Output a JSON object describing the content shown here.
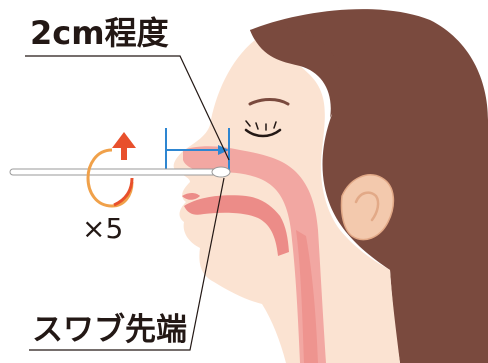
{
  "labels": {
    "depth": "2cm程度",
    "rotation": "×5",
    "swab_tip": "スワブ先端"
  },
  "colors": {
    "hair": "#7a4a3e",
    "skin": "#fbe3d2",
    "skin_shadow": "#f3c9ad",
    "airway": "#f2a7a2",
    "airway_dark": "#ec8c88",
    "measure": "#2e86d1",
    "rotation_arrow": "#e8502c",
    "rotation_ring": "#f0a14a",
    "outline": "#231815"
  },
  "icons": [
    "rotation-arrow-icon",
    "measurement-bracket-icon",
    "swab-stick-icon"
  ]
}
